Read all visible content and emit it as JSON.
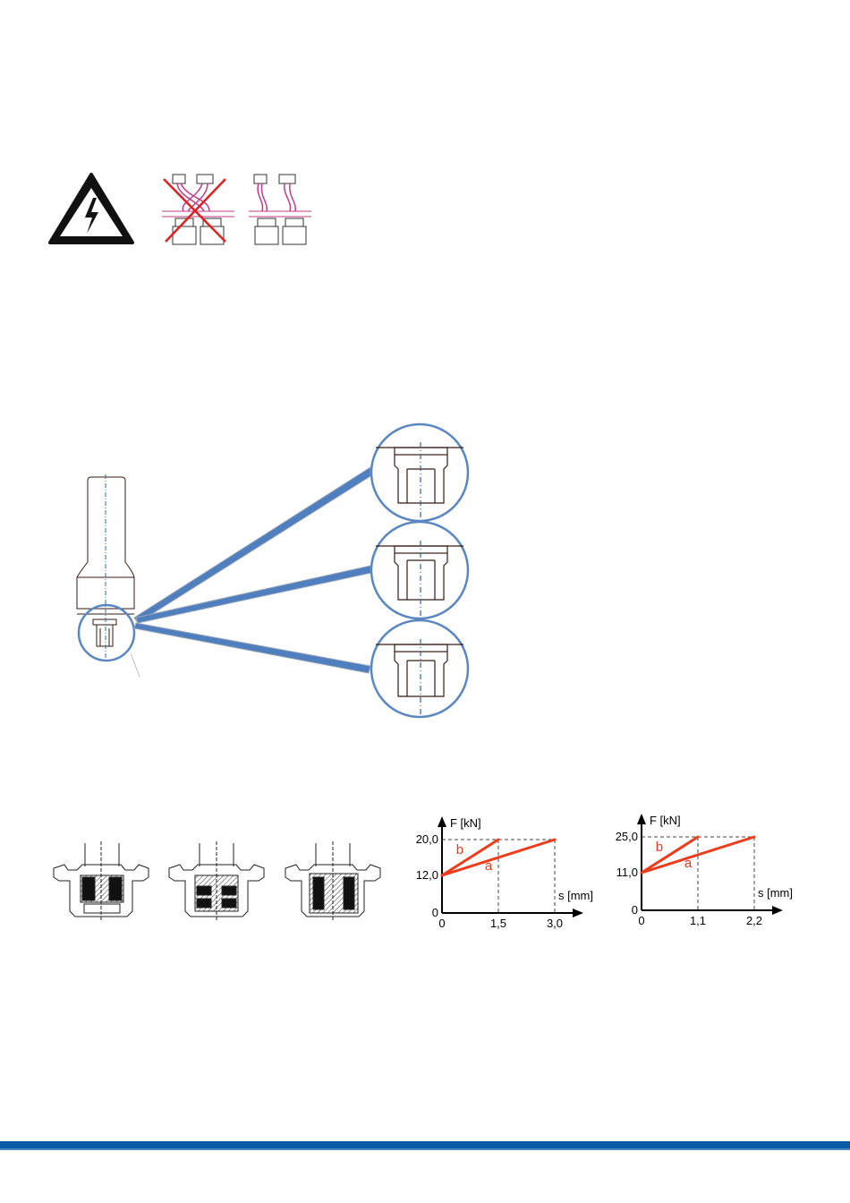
{
  "colors": {
    "warning_black": "#111111",
    "wire_magenta": "#c23b8a",
    "cross_red": "#e02020",
    "callout_blue": "#5b87c0",
    "axis_dash_blue": "#1f6fb5",
    "drawing_brown": "#3a1a12",
    "chart_red": "#ee3b1a",
    "footer_blue": "#0a5aa6"
  },
  "icons": [
    "high-voltage-warning-icon",
    "wiring-incorrect-icon",
    "wiring-correct-icon"
  ],
  "charts": [
    {
      "chart_data": {
        "type": "line",
        "xlabel": "s [mm]",
        "ylabel": "F [kN]",
        "x_ticks": [
          "0",
          "1,5",
          "3,0"
        ],
        "y_ticks": [
          "0",
          "12,0",
          "20,0"
        ],
        "x_values": [
          0,
          1.5,
          3.0
        ],
        "y_values": [
          0,
          12.0,
          20.0
        ],
        "series": [
          {
            "name": "a",
            "x": [
              0,
              3.0
            ],
            "y": [
              12.0,
              20.0
            ]
          },
          {
            "name": "b",
            "x": [
              0,
              1.5
            ],
            "y": [
              12.0,
              20.0
            ]
          }
        ]
      }
    },
    {
      "chart_data": {
        "type": "line",
        "xlabel": "s [mm]",
        "ylabel": "F [kN]",
        "x_ticks": [
          "0",
          "1,1",
          "2,2"
        ],
        "y_ticks": [
          "0",
          "11,0",
          "25,0"
        ],
        "x_values": [
          0,
          1.1,
          2.2
        ],
        "y_values": [
          0,
          11.0,
          25.0
        ],
        "series": [
          {
            "name": "a",
            "x": [
              0,
              2.2
            ],
            "y": [
              11.0,
              25.0
            ]
          },
          {
            "name": "b",
            "x": [
              0,
              1.1
            ],
            "y": [
              11.0,
              25.0
            ]
          }
        ]
      }
    }
  ]
}
